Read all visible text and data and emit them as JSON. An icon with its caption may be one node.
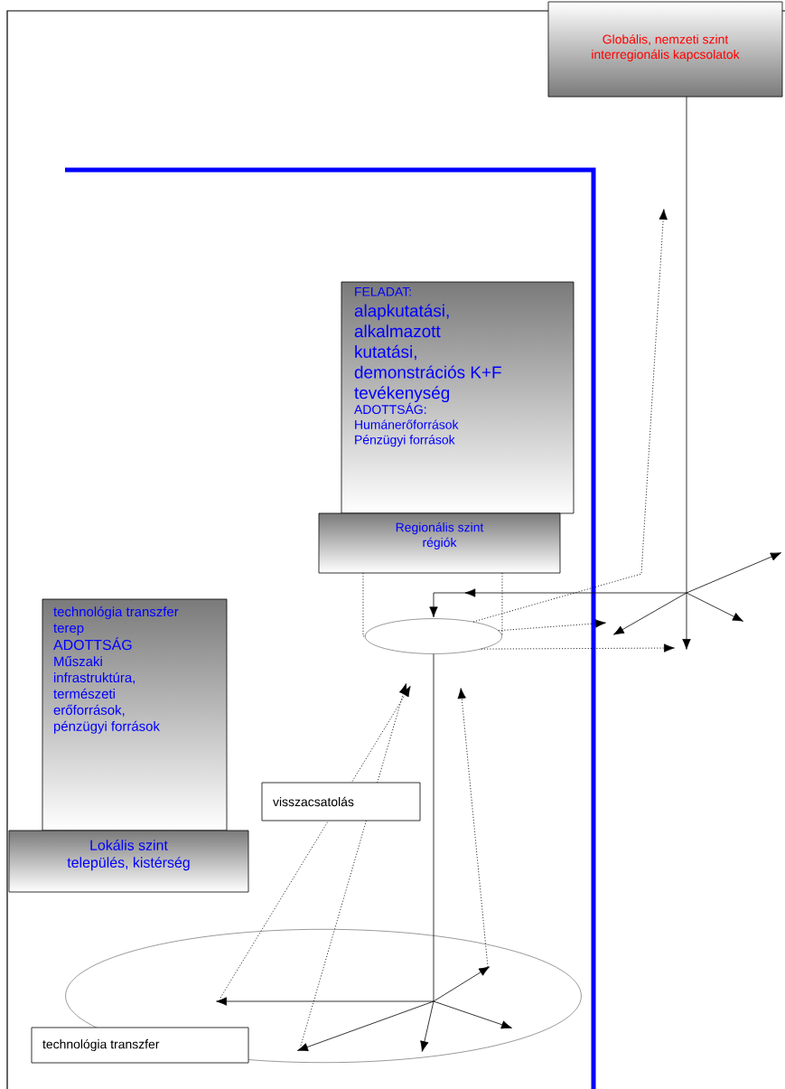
{
  "diagram": {
    "nodes": [
      {
        "text": [
          "Globális, nemzeti szint interregionális kapcsolatok"
        ]
      },
      {
        "text": [
          "FELADAT:",
          "alapkutatási, alkalmazott kutatási, demonstrációs K+F tevékenység",
          "ADOTTSÁG:",
          "Humánerőforrások Pénzügyi források"
        ]
      },
      {
        "text": [
          "Regionális szint régiók"
        ]
      },
      {
        "text": [],
        "shape": "ellipse"
      },
      {
        "text": [
          "technológia transzfer terep",
          "ADOTTSÁG",
          "Műszaki infrastruktúra, természeti erőforrások, pénzügyi források"
        ]
      },
      {
        "text": [
          "Lokális szint település, kistérség"
        ]
      },
      {
        "text": [
          "visszacsatolás"
        ]
      },
      {
        "text": [],
        "shape": "ellipse"
      },
      {
        "text": [
          "technológia transzfer"
        ]
      }
    ],
    "edges": [
      {
        "from": 0,
        "to": null,
        "arrow": "to"
      },
      {
        "from": 0,
        "to": null,
        "arrow": "to"
      },
      {
        "from": 0,
        "to": null,
        "arrow": "to"
      },
      {
        "from": 0,
        "to": null,
        "arrow": "to"
      },
      {
        "from": 0,
        "to": 3,
        "arrow": "to"
      },
      {
        "from": 3,
        "to": 7,
        "arrow": "none"
      },
      {
        "from": 7,
        "to": null,
        "arrow": "to"
      },
      {
        "from": 7,
        "to": null,
        "arrow": "to"
      },
      {
        "from": 7,
        "to": null,
        "arrow": "to"
      },
      {
        "from": 7,
        "to": null,
        "arrow": "to"
      },
      {
        "from": 7,
        "to": null,
        "arrow": "to"
      },
      {
        "from": 3,
        "to": null,
        "arrow": "to",
        "style": "dashed"
      },
      {
        "from": 3,
        "to": null,
        "arrow": "to",
        "style": "dashed"
      },
      {
        "from": 3,
        "to": null,
        "arrow": "to",
        "style": "dashed"
      },
      {
        "from": 2,
        "to": 3,
        "arrow": "none",
        "style": "dashed"
      },
      {
        "from": 2,
        "to": 3,
        "arrow": "none",
        "style": "dashed"
      },
      {
        "from": 7,
        "to": null,
        "arrow": "to",
        "style": "dashed"
      },
      {
        "from": 7,
        "to": null,
        "arrow": "to",
        "style": "dashed"
      },
      {
        "from": 7,
        "to": null,
        "arrow": "to",
        "style": "dashed"
      }
    ]
  }
}
